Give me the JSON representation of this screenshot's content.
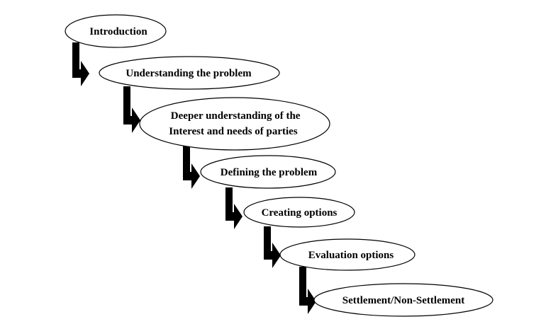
{
  "diagram": {
    "type": "staircase-flow",
    "stroke_color": "#000000",
    "fill_color": "#ffffff",
    "steps": [
      {
        "lines": [
          "Introduction"
        ]
      },
      {
        "lines": [
          "Understanding the problem"
        ]
      },
      {
        "lines": [
          "Deeper understanding of the",
          "Interest  and needs of parties"
        ]
      },
      {
        "lines": [
          "Defining the problem"
        ]
      },
      {
        "lines": [
          "Creating options"
        ]
      },
      {
        "lines": [
          "Evaluation options"
        ]
      },
      {
        "lines": [
          "Settlement/Non-Settlement"
        ]
      }
    ]
  }
}
